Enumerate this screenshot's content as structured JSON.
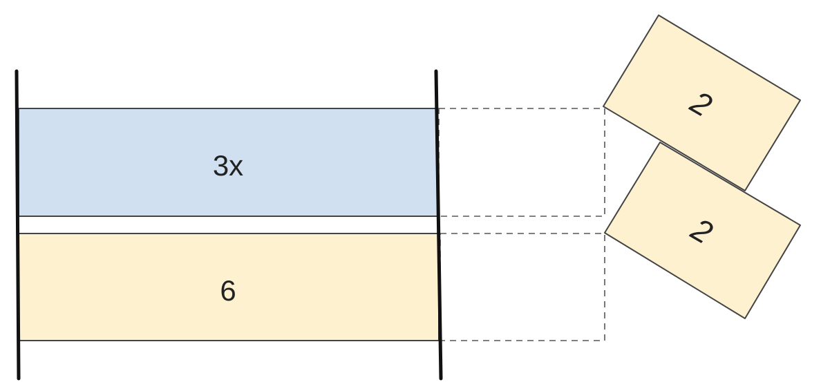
{
  "diagram": {
    "top_bar": {
      "label": "3x",
      "fill": "#d0e0f1"
    },
    "bottom_bar": {
      "label": "6",
      "fill": "#fdf1d0"
    },
    "tile_upper": {
      "label": "2",
      "fill": "#fdf1d0"
    },
    "tile_lower": {
      "label": "2",
      "fill": "#fdf1d0"
    },
    "stroke_color": "#444444",
    "dash_color": "#555555"
  }
}
